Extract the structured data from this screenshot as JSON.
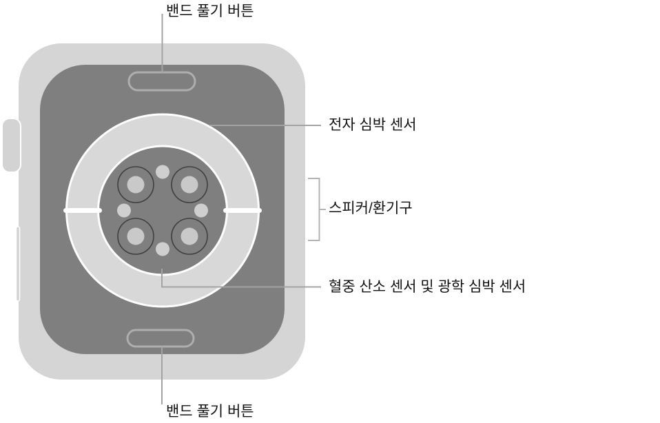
{
  "figure": {
    "title": "Apple Watch back view diagram",
    "labels": {
      "band_release_top": "밴드 풀기 버튼",
      "electrical_heart_sensor": "전자 심박 센서",
      "speaker_vents": "스피커/환기구",
      "blood_oxygen_optical_heart_sensor": "혈중 산소 센서 및 광학 심박 센서",
      "band_release_bottom": "밴드 풀기 버튼"
    },
    "colors": {
      "background": "#ffffff",
      "watch_body": "#d5d5d5",
      "band_lug": "#d3d3d3",
      "back_plate": "#7f7f7f",
      "crystal_ring": "#d8d8d8",
      "lens": "#c9c9c9",
      "dot": "#cfcfcf",
      "lens_ring_stroke": "#3f3f3f",
      "pill_stroke": "#aeaeae",
      "leader_line": "#a3a3a3",
      "bracket": "#b3b3b3",
      "label_text": "#111111"
    }
  }
}
